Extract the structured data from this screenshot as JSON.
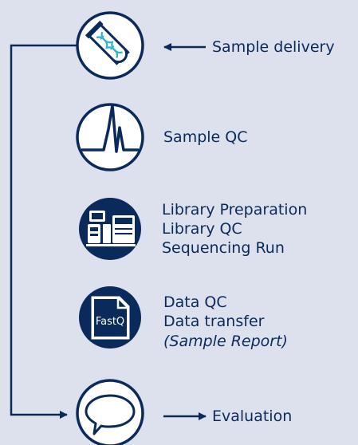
{
  "colors": {
    "background": "#dde1ee",
    "primary": "#0b2a5c",
    "accent": "#29b7c9",
    "icon_inner": "#ffffff"
  },
  "steps": [
    {
      "icon": "test-tube-dna-icon",
      "lines": [
        {
          "text": "Sample delivery",
          "italic": false
        }
      ],
      "arrow": "incoming"
    },
    {
      "icon": "chromatogram-peak-icon",
      "lines": [
        {
          "text": "Sample QC",
          "italic": false
        }
      ]
    },
    {
      "icon": "sequencer-instrument-icon",
      "lines": [
        {
          "text": "Library Preparation",
          "italic": false
        },
        {
          "text": "Library QC",
          "italic": false
        },
        {
          "text": "Sequencing Run",
          "italic": false
        }
      ]
    },
    {
      "icon": "fastq-file-icon",
      "icon_text": "FastQ",
      "lines": [
        {
          "text": "Data QC",
          "italic": false
        },
        {
          "text": "Data transfer",
          "italic": false
        },
        {
          "text": "(Sample Report)",
          "italic": true
        }
      ]
    },
    {
      "icon": "speech-bubble-icon",
      "lines": [
        {
          "text": "Evaluation",
          "italic": false
        }
      ],
      "arrow": "outgoing"
    }
  ]
}
